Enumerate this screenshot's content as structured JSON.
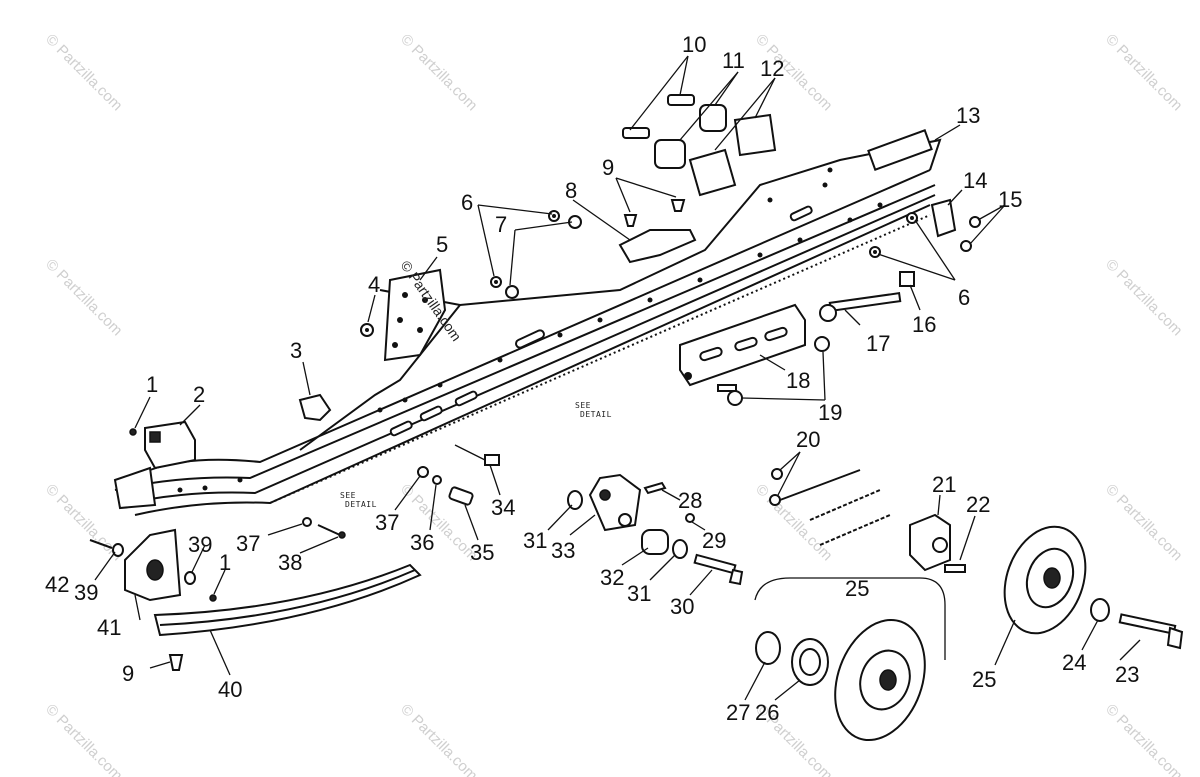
{
  "watermark": "© Partzilla.com",
  "logo_text": "© Partzilla.com",
  "notes": {
    "see_detail_1": "SEE\nDETAIL",
    "see_detail_2": "SEE\nDETAIL"
  },
  "callouts": [
    "1",
    "2",
    "3",
    "4",
    "5",
    "6",
    "7",
    "8",
    "9",
    "10",
    "11",
    "12",
    "13",
    "14",
    "15",
    "6",
    "16",
    "17",
    "18",
    "19",
    "20",
    "21",
    "22",
    "23",
    "24",
    "25",
    "25",
    "26",
    "27",
    "28",
    "29",
    "30",
    "31",
    "31",
    "32",
    "33",
    "34",
    "35",
    "36",
    "37",
    "37",
    "38",
    "39",
    "39",
    "1",
    "40",
    "41",
    "42",
    "9"
  ]
}
